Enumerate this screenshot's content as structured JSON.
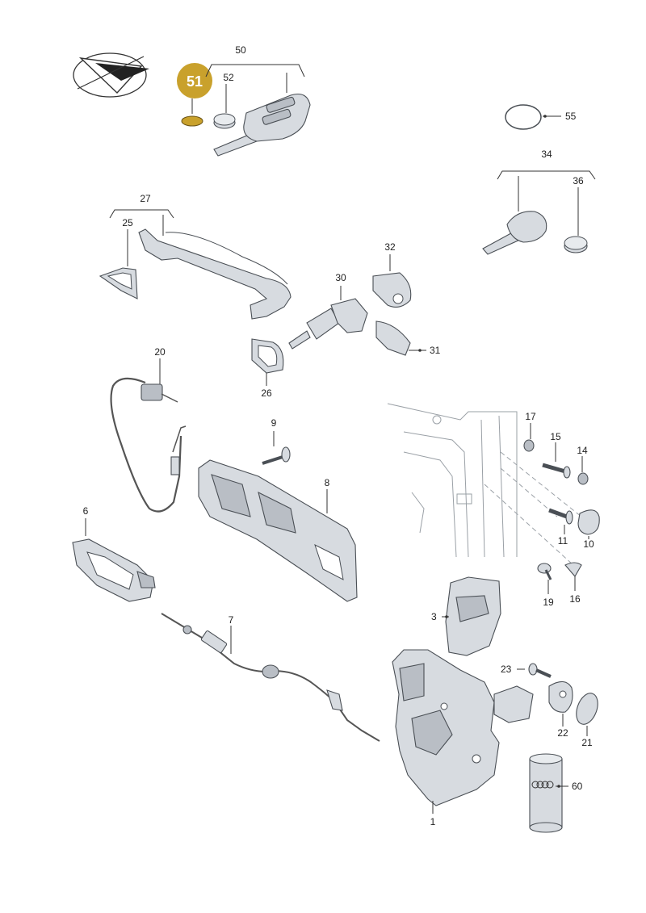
{
  "callouts": {
    "c50": "50",
    "c51": "51",
    "c52": "52",
    "c55": "55",
    "c34": "34",
    "c36": "36",
    "c27": "27",
    "c25": "25",
    "c32": "32",
    "c30": "30",
    "c31": "31",
    "c26": "26",
    "c20": "20",
    "c9": "9",
    "c8": "8",
    "c17": "17",
    "c15": "15",
    "c14": "14",
    "c11": "11",
    "c10": "10",
    "c19": "19",
    "c16": "16",
    "c6": "6",
    "c3": "3",
    "c7": "7",
    "c23": "23",
    "c22": "22",
    "c21": "21",
    "c60": "60",
    "c1": "1"
  },
  "highlight": {
    "part": "51",
    "color": "#c9a12c"
  }
}
